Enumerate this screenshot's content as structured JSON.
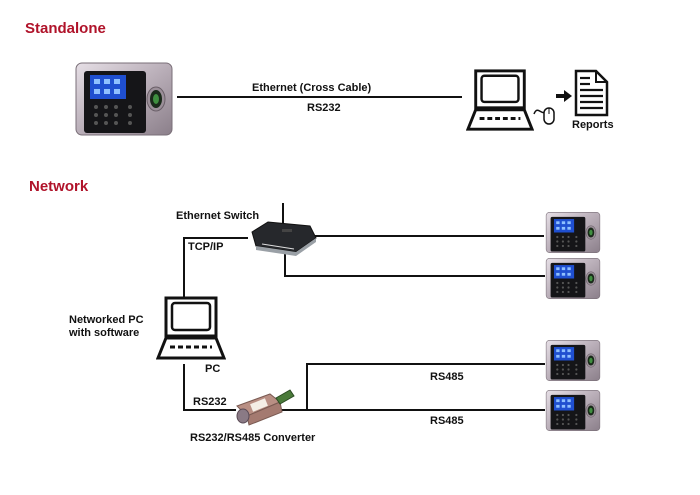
{
  "sections": {
    "standalone": {
      "heading": "Standalone",
      "link_label_top": "Ethernet  (Cross Cable)",
      "link_label_bottom": "RS232",
      "reports_label": "Reports"
    },
    "network": {
      "heading": "Network",
      "switch_label": "Ethernet Switch",
      "tcpip_label": "TCP/IP",
      "pc_caption_line1": "Networked PC",
      "pc_caption_line2": "with software",
      "pc_label": "PC",
      "rs232_label": "RS232",
      "converter_label": "RS232/RS485 Converter",
      "rs485_label_1": "RS485",
      "rs485_label_2": "RS485"
    }
  },
  "icons": {
    "terminal": "fingerprint-terminal-icon",
    "computer": "computer-icon",
    "mouse": "mouse-icon",
    "arrow": "arrow-right-icon",
    "document": "document-icon",
    "switch": "ethernet-switch-icon",
    "converter": "converter-icon"
  },
  "colors": {
    "heading": "#b0132a",
    "line": "#111111",
    "screen": "#1f4fd0"
  }
}
